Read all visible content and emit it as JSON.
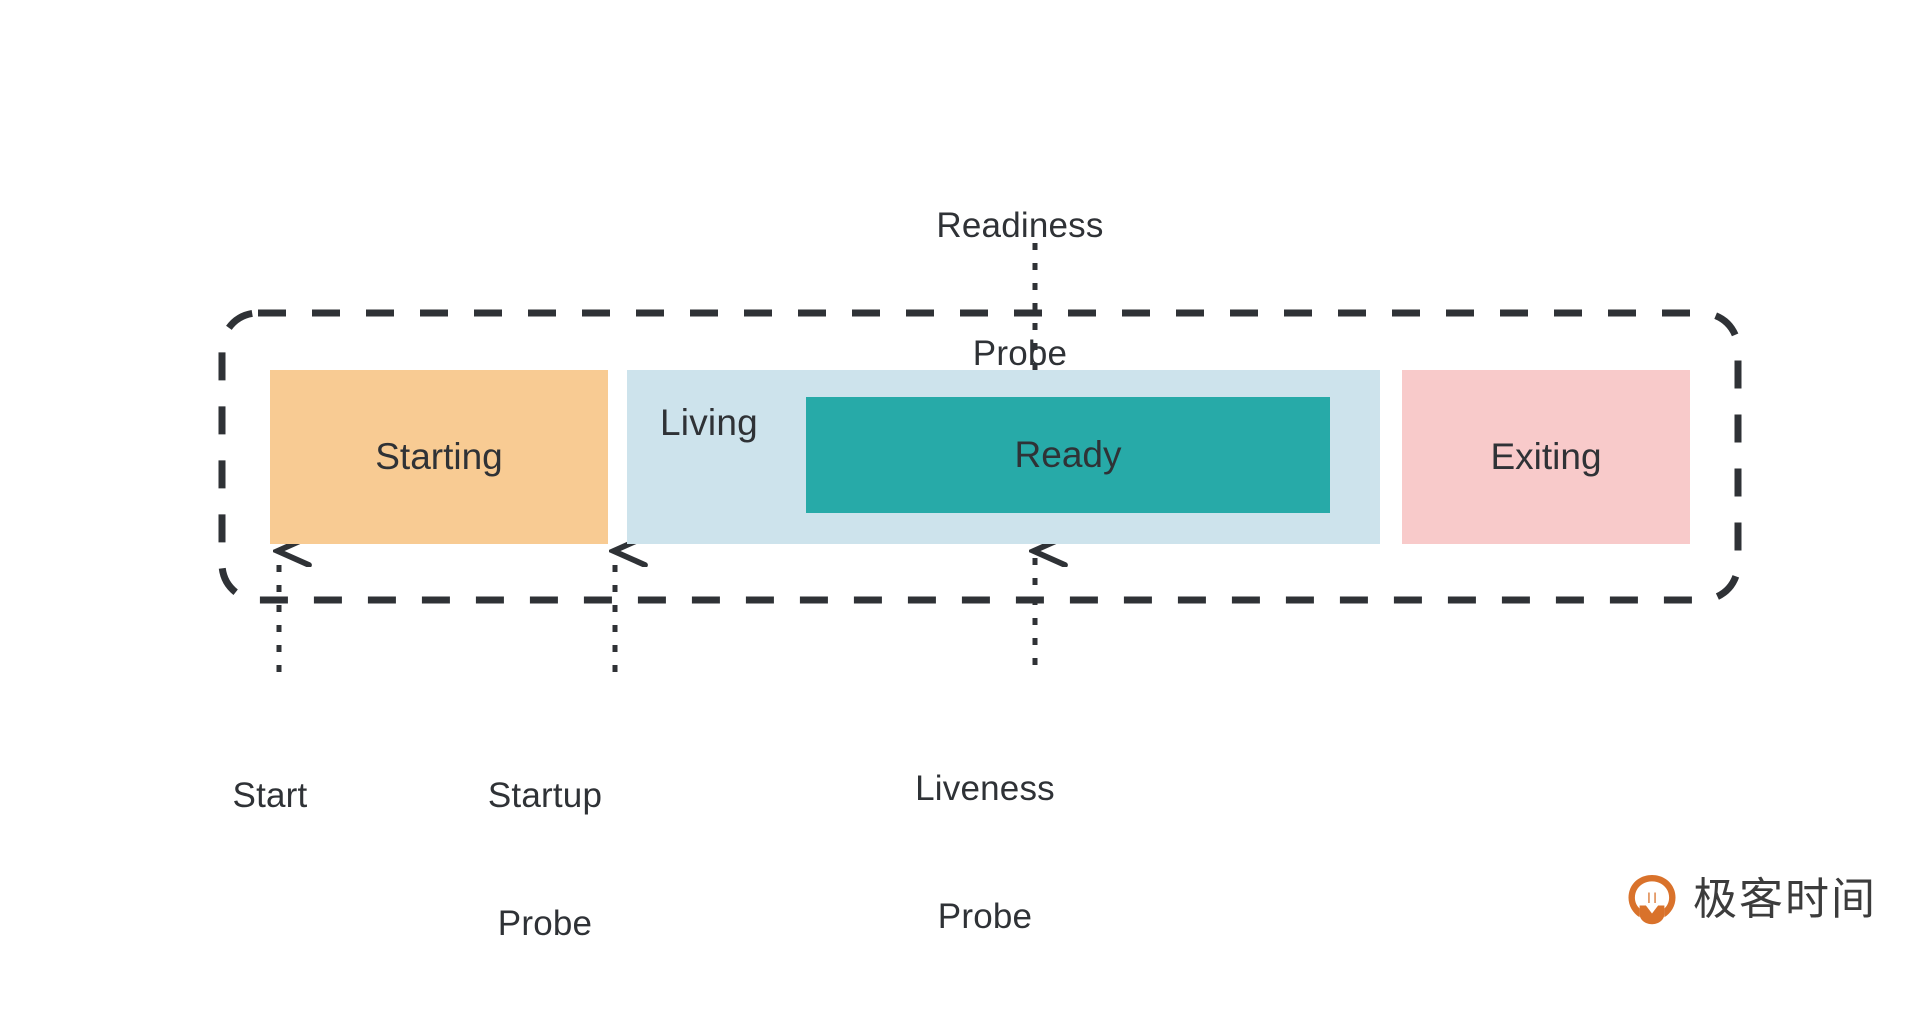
{
  "diagram": {
    "title": "Pod lifecycle states and probes",
    "container": {
      "name": "pod-lifecycle-container",
      "border_style": "dashed",
      "border_color": "#2f3236"
    },
    "states": [
      {
        "id": "starting",
        "label": "Starting",
        "color": "#F8CB93"
      },
      {
        "id": "living",
        "label": "Living",
        "color": "#CDE3EC"
      },
      {
        "id": "ready",
        "label": "Ready",
        "color": "#27AAA8"
      },
      {
        "id": "exiting",
        "label": "Exiting",
        "color": "#F8CACA"
      }
    ],
    "callouts": [
      {
        "id": "readiness-probe",
        "line1": "Readiness",
        "line2": "Probe",
        "position": "top",
        "target": "ready"
      },
      {
        "id": "start",
        "line1": "Start",
        "line2": "",
        "position": "bottom",
        "target": "starting-left-edge"
      },
      {
        "id": "startup-probe",
        "line1": "Startup",
        "line2": "Probe",
        "position": "bottom",
        "target": "starting-right-edge"
      },
      {
        "id": "liveness-probe",
        "line1": "Liveness",
        "line2": "Probe",
        "position": "bottom",
        "target": "living"
      }
    ],
    "arrow_style": "dotted-with-arrowhead",
    "arrow_color": "#2f3236"
  },
  "brand": {
    "name": "极客时间",
    "mark": "geektime-logo-icon",
    "mark_color": "#D9722B",
    "text_color": "#3c3c3c"
  }
}
